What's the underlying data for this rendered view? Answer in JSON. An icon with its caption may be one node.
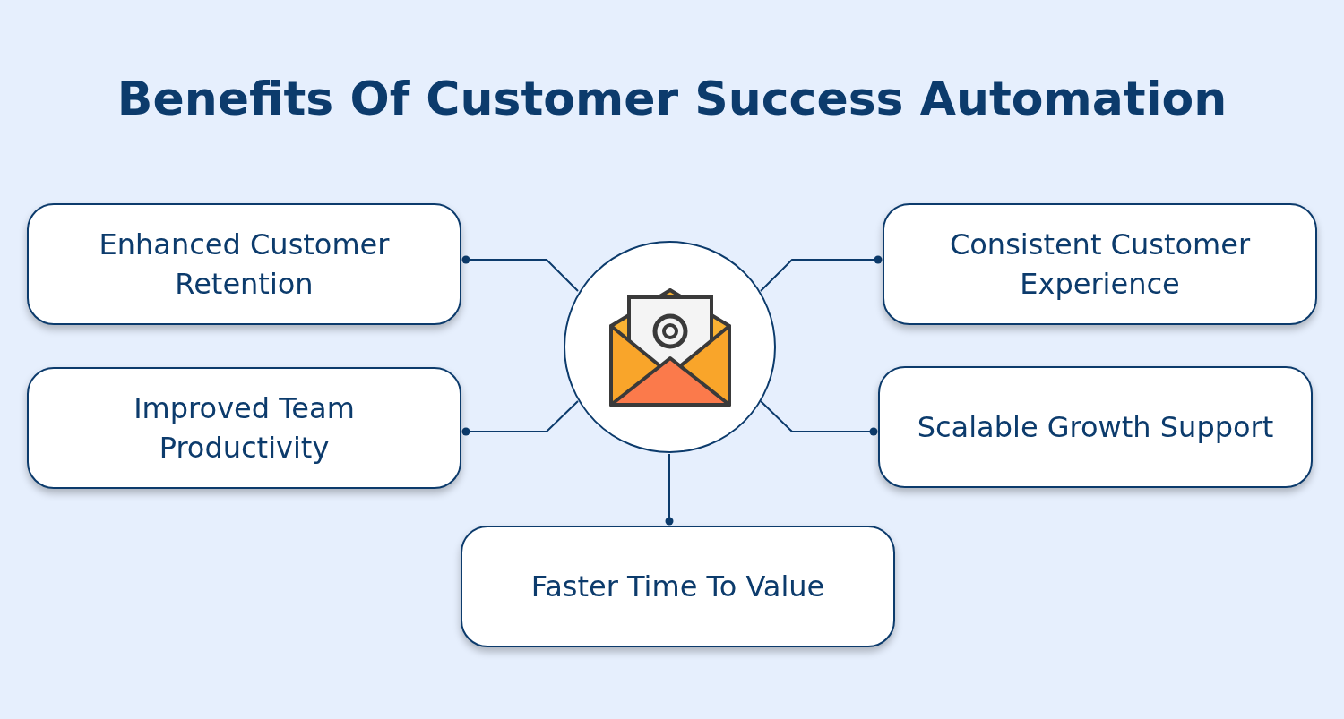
{
  "diagram": {
    "title": "Benefits Of Customer Success Automation",
    "nodes": [
      {
        "text": [],
        "shape": "circle"
      },
      {
        "text": [
          "Enhanced Customer Retention"
        ]
      },
      {
        "text": [
          "Consistent Customer Experience"
        ]
      },
      {
        "text": [
          "Improved Team Productivity"
        ]
      },
      {
        "text": [
          "Scalable Growth Support"
        ]
      },
      {
        "text": [
          "Faster Time To Value"
        ]
      }
    ],
    "edges": [
      {
        "from": 0,
        "to": 1,
        "arrow": "other"
      },
      {
        "from": 0,
        "to": 2,
        "arrow": "other"
      },
      {
        "from": 0,
        "to": 3,
        "arrow": "other"
      },
      {
        "from": 0,
        "to": 4,
        "arrow": "other"
      },
      {
        "from": 0,
        "to": 5,
        "arrow": "other"
      }
    ]
  }
}
